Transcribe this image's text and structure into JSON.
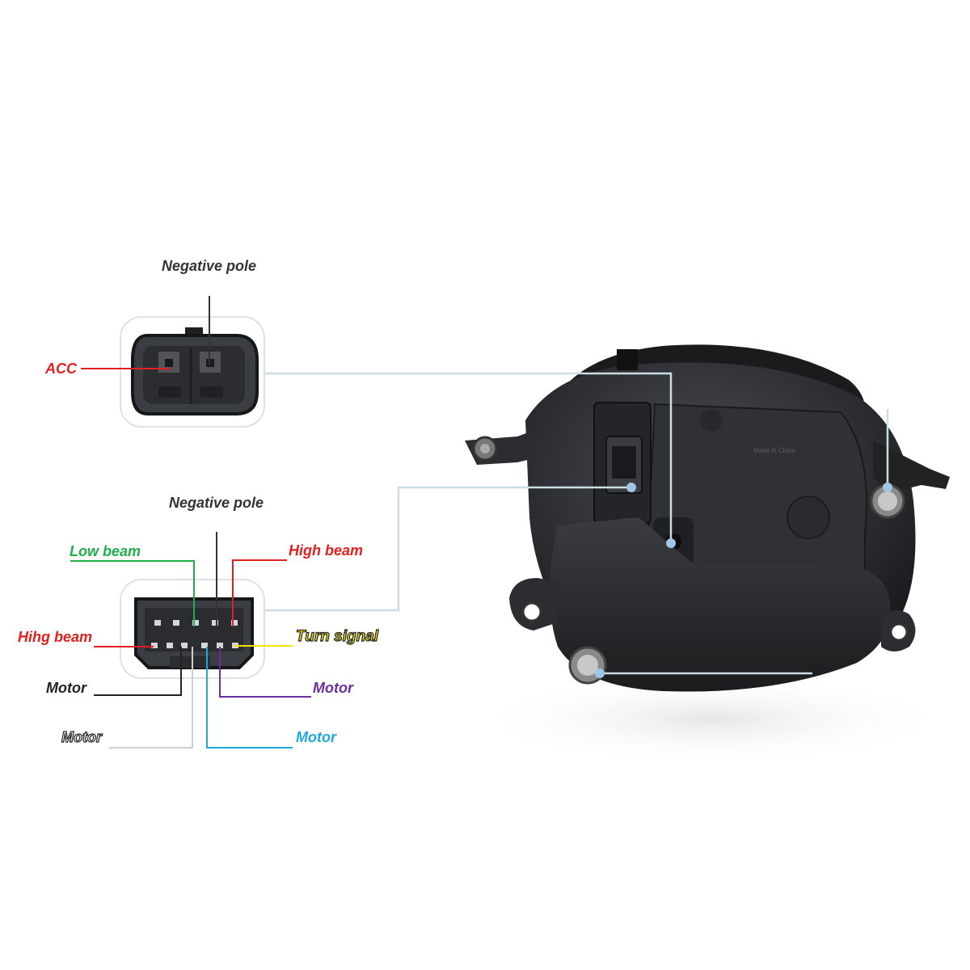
{
  "connector_1": {
    "top_label": "Negative pole",
    "left_label": "ACC"
  },
  "connector_2": {
    "top_label": "Negative pole",
    "pins": {
      "low_beam": "Low beam",
      "high_beam_top": "High beam",
      "high_beam_left": "Hihg beam",
      "turn_signal": "Turn signal",
      "motor_black": "Motor",
      "motor_purple": "Motor",
      "motor_gray": "Motor",
      "motor_blue": "Motor"
    }
  },
  "headlamp": {
    "housing_text": "Made in China"
  },
  "colors": {
    "acc": "#e02020",
    "negative": "#333333",
    "low_beam": "#1fae4a",
    "high_beam": "#e02020",
    "turn_signal": "#f2e600",
    "motor_black": "#222222",
    "motor_purple": "#6a2fa0",
    "motor_gray": "#cfcfcf",
    "motor_blue": "#1fa8e0",
    "leader": "#c9dde3"
  }
}
